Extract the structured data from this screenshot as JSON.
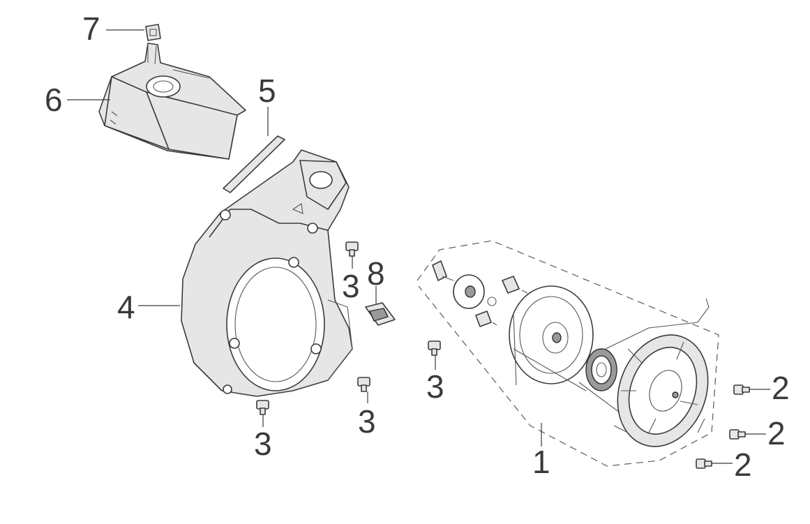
{
  "callouts": {
    "c1": "1",
    "c2a": "2",
    "c2b": "2",
    "c2c": "2",
    "c3a": "3",
    "c3b": "3",
    "c3c": "3",
    "c3d": "3",
    "c4": "4",
    "c5": "5",
    "c6": "6",
    "c7": "7",
    "c8": "8"
  }
}
